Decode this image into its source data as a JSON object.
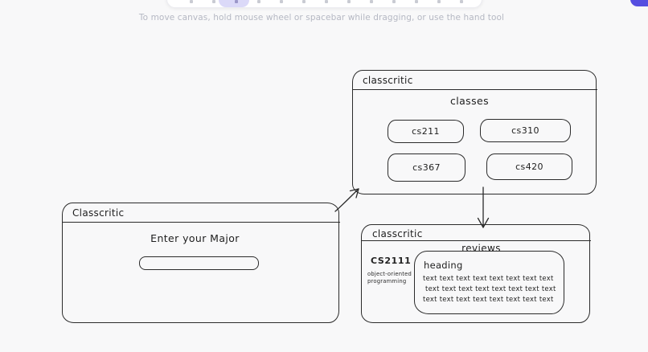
{
  "toolbar": {
    "hint": "To move canvas, hold mouse wheel or spacebar while dragging, or use the hand tool",
    "selected_tool_color": "#dbd9f8"
  },
  "header": {
    "accent_color": "#564ee0"
  },
  "canvas": {
    "sketch_stroke_color": "#2b2b2b",
    "major_frame": {
      "title": "Classcritic",
      "prompt": "Enter your Major",
      "input": {
        "value": "",
        "placeholder": ""
      }
    },
    "classes_frame": {
      "title": "classcritic",
      "heading": "classes",
      "buttons": [
        "cs211",
        "cs310",
        "cs367",
        "cs420"
      ]
    },
    "reviews_frame": {
      "title": "classcritic",
      "heading": "reviews",
      "course_code": "CS2111",
      "course_description": [
        "object-oriented",
        "programming"
      ],
      "review_card": {
        "heading": "heading",
        "body_lines": [
          "text text text text text text text text",
          "text text text text text text text text",
          "text text text text text text text text"
        ]
      }
    }
  }
}
